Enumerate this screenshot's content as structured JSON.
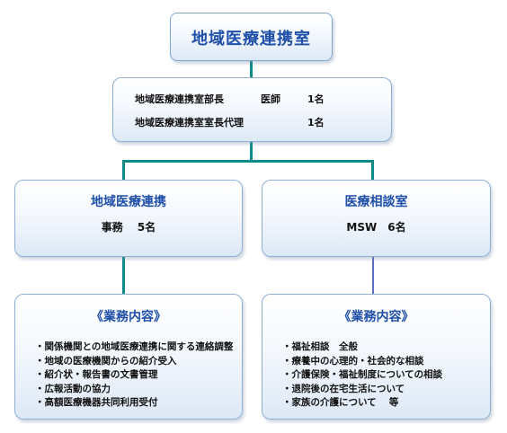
{
  "top": {
    "title": "地域医療連携室"
  },
  "staff": [
    {
      "role": "地域医療連携室部長",
      "position": "医師",
      "count": "1名"
    },
    {
      "role": "地域医療連携室室長代理",
      "position": "",
      "count": "1名"
    }
  ],
  "left_dept": {
    "title": "地域医療連携",
    "count": "事務　 5名",
    "duty_title": "《業務内容》",
    "duties": [
      "関係機関との地域医療連携に関する連絡調整",
      "地域の医療機関からの紹介受入",
      "紹介状・報告書の文書管理",
      "広報活動の協力",
      "高額医療機器共同利用受付"
    ]
  },
  "right_dept": {
    "title": "医療相談室",
    "count": "MSW　6名",
    "duty_title": "《業務内容》",
    "duties": [
      "福祉相談　全般",
      "療養中の心理的・社会的な相談",
      "介護保険・福祉制度についての相談",
      "退院後の在宅生活について",
      "家族の介護について　 等"
    ]
  },
  "colors": {
    "connector": "#0e8a88",
    "title_blue": "#1f4fa8",
    "box_border": "#8fb0d6"
  }
}
